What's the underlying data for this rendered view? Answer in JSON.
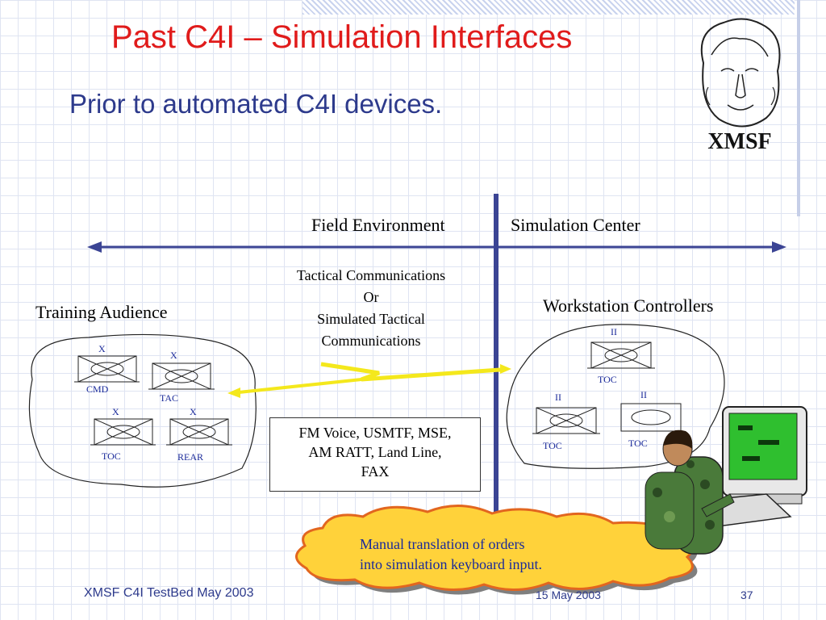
{
  "slide": {
    "title": "Past C4I – Simulation  Interfaces",
    "subtitle": "Prior to automated C4I devices.",
    "logo_text": "XMSF"
  },
  "diagram": {
    "field_environment": "Field Environment",
    "simulation_center": "Simulation Center",
    "training_audience": "Training Audience",
    "workstation_controllers": "Workstation Controllers",
    "comms_lines": [
      "Tactical Communications",
      "Or",
      "Simulated Tactical",
      "Communications"
    ],
    "fm_lines": [
      "FM Voice, USMTF, MSE,",
      "AM RATT, Land Line,",
      "FAX"
    ],
    "cloud_lines": [
      "Manual translation of orders",
      "into simulation keyboard input."
    ],
    "left_units": [
      {
        "echelon": "X",
        "name": "CMD"
      },
      {
        "echelon": "X",
        "name": "TAC"
      },
      {
        "echelon": "X",
        "name": "TOC"
      },
      {
        "echelon": "X",
        "name": "REAR"
      }
    ],
    "right_units": [
      {
        "echelon": "II",
        "name": "TOC"
      },
      {
        "echelon": "II",
        "name": "TOC"
      },
      {
        "echelon": "II",
        "name": "TOC"
      }
    ]
  },
  "footer": {
    "left": "XMSF C4I TestBed May 2003",
    "middle": "15 May 2003",
    "page_number": "37"
  },
  "colors": {
    "title": "#e01b1b",
    "accent": "#2d3a8c",
    "divider": "#3b4494",
    "lightning": "#f4e81c",
    "cloud_fill": "#ffd23a"
  }
}
